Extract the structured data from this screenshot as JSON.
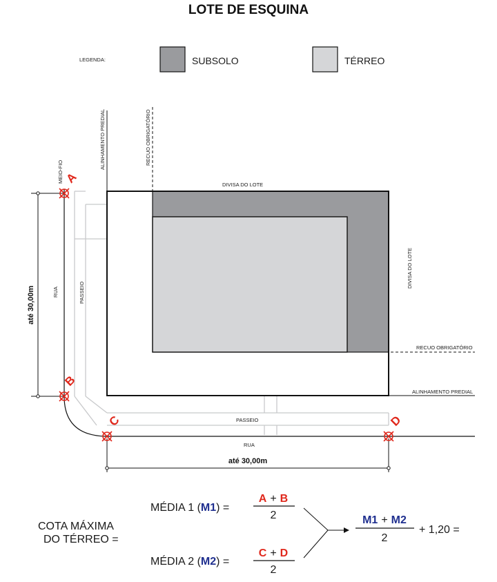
{
  "title": "LOTE DE ESQUINA",
  "legend": {
    "label": "LEGENDA:",
    "items": [
      {
        "label": "SUBSOLO",
        "color": "#9a9b9e"
      },
      {
        "label": "TÉRREO",
        "color": "#d5d6d8"
      }
    ]
  },
  "labels": {
    "alinhamento_predial_v": "ALINHAMENTO PREDIAL",
    "recuo_obrigatorio_v": "RECUO OBRIGATÓRIO",
    "divisa_lote_top": "DIVISA DO LOTE",
    "divisa_lote_right": "DIVISA DO LOTE",
    "recuo_obrigatorio_h": "RECUO OBRIGATÓRIO",
    "alinhamento_predial_h": "ALINHAMENTO PREDIAL",
    "meio_fio": "MEIO-FIO",
    "rua_left": "RUA",
    "passeio_left": "PASSEIO",
    "passeio_bottom": "PASSEIO",
    "rua_bottom": "RUA"
  },
  "dimensions": {
    "vertical": "até 30,00m",
    "horizontal": "até 30,00m"
  },
  "points": [
    "A",
    "B",
    "C",
    "D"
  ],
  "formula": {
    "cota_line1": "COTA MÁXIMA",
    "cota_line2": "DO TÉRREO =",
    "m1_prefix": "MÉDIA 1 (",
    "m1_var": "M1",
    "m1_suffix": ") =",
    "m1_num_a": "A",
    "m1_num_plus": "+",
    "m1_num_b": "B",
    "m1_den": "2",
    "m2_prefix": "MÉDIA 2 (",
    "m2_var": "M2",
    "m2_suffix": ") =",
    "m2_num_c": "C",
    "m2_num_plus": "+",
    "m2_num_d": "D",
    "m2_den": "2",
    "res_num_m1": "M1",
    "res_num_plus": "+",
    "res_num_m2": "M2",
    "res_den": "2",
    "res_tail": "+ 1,20 ="
  },
  "colors": {
    "accent_red": "#e0281c",
    "accent_blue": "#1f2f8f",
    "subsolo": "#9a9b9e",
    "terreo": "#d5d6d8"
  }
}
